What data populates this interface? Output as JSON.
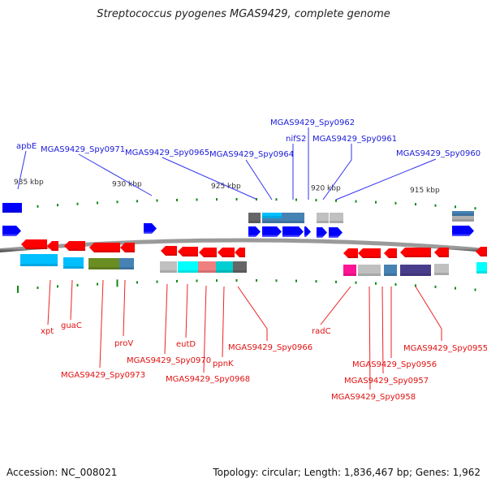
{
  "title": "Streptococcus pyogenes MGAS9429, complete genome",
  "footer": {
    "accession": "Accession: NC_008021",
    "topology": "Topology: circular; Length: 1,836,467 bp; Genes: 1,962"
  },
  "colors": {
    "forward_strand": "#0000ff",
    "reverse_strand": "#ff0000",
    "backbone": "#888888",
    "tick": "#118811",
    "forward_label": "#1a1ad9",
    "reverse_label": "#e01010"
  },
  "scale": {
    "unit": "kbp",
    "ticks": [
      {
        "label": "935 kbp"
      },
      {
        "label": "930 kbp"
      },
      {
        "label": "925 kbp"
      },
      {
        "label": "920 kbp"
      },
      {
        "label": "915 kbp"
      }
    ]
  },
  "forward_genes": [
    {
      "label": "apbE"
    },
    {
      "label": "MGAS9429_Spy0971"
    },
    {
      "label": "MGAS9429_Spy0965"
    },
    {
      "label": "MGAS9429_Spy0964"
    },
    {
      "label": "nifS2"
    },
    {
      "label": "MGAS9429_Spy0962"
    },
    {
      "label": "MGAS9429_Spy0961"
    },
    {
      "label": "MGAS9429_Spy0960"
    }
  ],
  "reverse_genes": [
    {
      "label": "xpt"
    },
    {
      "label": "guaC"
    },
    {
      "label": "MGAS9429_Spy0973"
    },
    {
      "label": "proV"
    },
    {
      "label": "MGAS9429_Spy0970"
    },
    {
      "label": "eutD"
    },
    {
      "label": "MGAS9429_Spy0968"
    },
    {
      "label": "ppnK"
    },
    {
      "label": "MGAS9429_Spy0966"
    },
    {
      "label": "radC"
    },
    {
      "label": "MGAS9429_Spy0958"
    },
    {
      "label": "MGAS9429_Spy0957"
    },
    {
      "label": "MGAS9429_Spy0956"
    },
    {
      "label": "MGAS9429_Spy0955"
    }
  ]
}
